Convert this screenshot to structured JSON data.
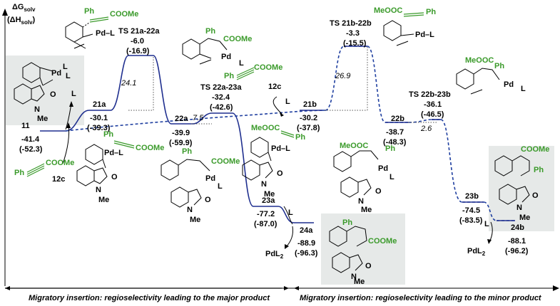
{
  "axis": {
    "y_title_1": "ΔG",
    "y_title_1_sub": "solv",
    "y_title_2": "(ΔH",
    "y_title_2_sub": "solv",
    "y_title_2_end": ")"
  },
  "states": {
    "s11": {
      "name": "11",
      "g": "-41.4",
      "h": "(-52.3)"
    },
    "s21a": {
      "name": "21a",
      "g": "-30.1",
      "h": "(-39.3)"
    },
    "ts2122a": {
      "name": "TS 21a-22a",
      "g": "-6.0",
      "h": "(-16.9)",
      "barrier": "24.1"
    },
    "s22a": {
      "name": "22a",
      "g": "-39.9",
      "h": "(-59.9)"
    },
    "ts2223a": {
      "name": "TS 22a-23a",
      "g": "-32.4",
      "h": "(-42.6)",
      "barrier": "7.5"
    },
    "s23a": {
      "name": "23a",
      "g": "-77.2",
      "h": "(-87.0)"
    },
    "s24a": {
      "name": "24a",
      "g": "-88.9",
      "h": "(-96.3)"
    },
    "s21b": {
      "name": "21b",
      "g": "-30.2",
      "h": "(-37.8)"
    },
    "ts2122b": {
      "name": "TS 21b-22b",
      "g": "-3.3",
      "h": "(-15.5)",
      "barrier": "26.9"
    },
    "s22b": {
      "name": "22b",
      "g": "-38.7",
      "h": "(-48.3)"
    },
    "ts2223b": {
      "name": "TS 22b-23b",
      "g": "-36.1",
      "h": "(-46.5)",
      "barrier": "2.6"
    },
    "s23b": {
      "name": "23b",
      "g": "-74.5",
      "h": "(-83.5)"
    },
    "s24b": {
      "name": "24b",
      "g": "-88.1",
      "h": "(-96.2)"
    }
  },
  "reagents": {
    "alkyne_left": "COOMe",
    "ph_left": "Ph",
    "label_12c_left": "12c",
    "alkyne_mid": "COOMe",
    "ph_mid": "Ph",
    "label_12c_mid": "12c",
    "ligand": "L",
    "pdl2": "PdL",
    "pdl2_sub": "2"
  },
  "structures": {
    "ph": "Ph",
    "coome": "COOMe",
    "meooc": "MeOOC",
    "pd_l": "Pd–L",
    "pd": "Pd",
    "l": "L",
    "o": "O",
    "n": "N",
    "me": "Me"
  },
  "footer": {
    "left": "Migratory insertion: regioselectivity leading to the major product",
    "right": "Migratory insertion: regioselectivity leading to the minor product"
  },
  "colors": {
    "major_path": "#1f2f8f",
    "minor_path": "#1f3fa0",
    "green": "#3a9a2a",
    "highlight_box": "#e6e9e8"
  }
}
